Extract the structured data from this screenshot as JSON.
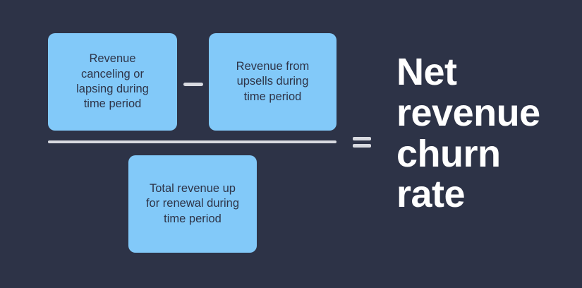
{
  "theme": {
    "background": "#2D3347",
    "box_fill": "#82C9F9",
    "box_text": "#2E3448",
    "operator": "#D8DAE0",
    "result_text": "#FFFFFF"
  },
  "formula": {
    "numerator": {
      "minuend": "Revenue\ncanceling or\nlapsing during\ntime period",
      "minus_symbol": "−",
      "subtrahend": "Revenue from\nupsells during\ntime period"
    },
    "denominator": "Total revenue up\nfor renewal during\ntime period",
    "equals_symbol": "=",
    "result": "Net\nrevenue\nchurn\nrate"
  }
}
